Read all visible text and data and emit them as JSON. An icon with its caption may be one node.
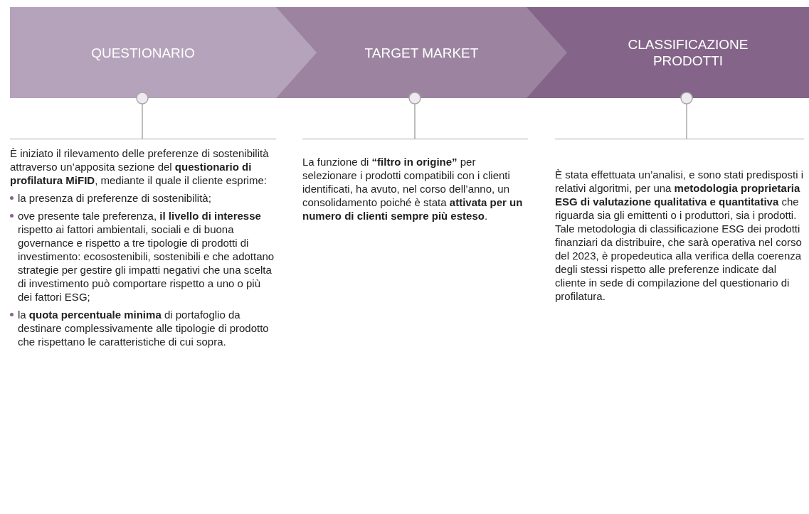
{
  "diagram": {
    "nodes": [
      {
        "text": [
          "QUESTIONARIO"
        ]
      },
      {
        "text": [
          "TARGET MARKET"
        ]
      },
      {
        "text": [
          "CLASSIFICAZIONE PRODOTTI"
        ]
      },
      {
        "text": [
          "È iniziato il rilevamento delle preferenze di sostenibilità attraverso un’apposita sezione del **questionario di profilatura MiFID**, mediante il quale il cliente esprime:",
          "la presenza di preferenze di sostenibilità;",
          "ove presente tale preferenza, **il livello di interesse** rispetto ai fattori ambientali, sociali e di buona governance e rispetto a tre tipologie di prodotti di investimento: ecosostenibili, sostenibili e che adottano strategie per gestire gli impatti negativi che una scelta di investimento può comportare rispetto a uno o più dei fattori ESG;",
          "la **quota percentuale minima** di portafoglio da destinare complessivamente alle tipologie di prodotto che rispettano le caratteristiche di cui sopra."
        ]
      },
      {
        "text": [
          "La funzione di **“filtro in origine”** per selezionare i prodotti compatibili con i clienti identificati, ha avuto, nel corso dell’anno, un consolidamento poiché è stata **attivata per un numero di clienti sempre più esteso**."
        ]
      },
      {
        "text": [
          "È stata effettuata un’analisi, e sono stati predisposti i relativi algoritmi, per una **metodologia proprietaria ESG di valutazione qualitativa e quantitativa** che riguarda sia gli emittenti o i produttori, sia i prodotti. Tale metodologia di classificazione ESG dei prodotti finanziari da distribuire, che sarà operativa nel corso del 2023, è propedeutica alla verifica della coerenza degli stessi rispetto alle preferenze indicate dal cliente in sede di compilazione del questionario di profilatura."
        ]
      }
    ],
    "edges": [
      {
        "from": 0,
        "to": 3,
        "arrow": "other"
      },
      {
        "from": 1,
        "to": 4,
        "arrow": "other"
      },
      {
        "from": 2,
        "to": 5,
        "arrow": "other"
      }
    ]
  }
}
